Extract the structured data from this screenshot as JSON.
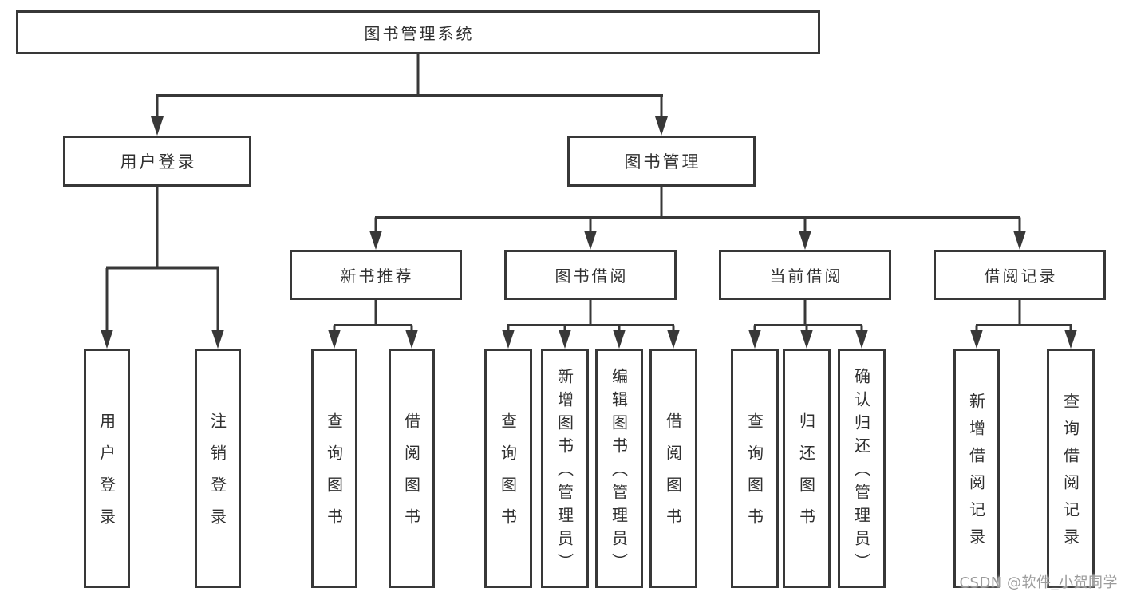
{
  "diagram": {
    "root": "图书管理系统",
    "branches": [
      {
        "label": "用户登录",
        "children": [
          "用户登录",
          "注销登录"
        ]
      },
      {
        "label": "图书管理",
        "children": [
          {
            "label": "新书推荐",
            "children": [
              "查询图书",
              "借阅图书"
            ]
          },
          {
            "label": "图书借阅",
            "children": [
              "查询图书",
              "新增图书（管理员）",
              "编辑图书（管理员）",
              "借阅图书"
            ]
          },
          {
            "label": "当前借阅",
            "children": [
              "查询图书",
              "归还图书",
              "确认归还（管理员）"
            ]
          },
          {
            "label": "借阅记录",
            "children": [
              "新增借阅记录",
              "查询借阅记录"
            ]
          }
        ]
      }
    ]
  },
  "watermark": "CSDN @软件_小贺同学",
  "colors": {
    "line": "#383838",
    "text": "#303030",
    "box_background": "#ffffff",
    "page_background": "#ffffff",
    "watermark": "#9b9b9b"
  }
}
